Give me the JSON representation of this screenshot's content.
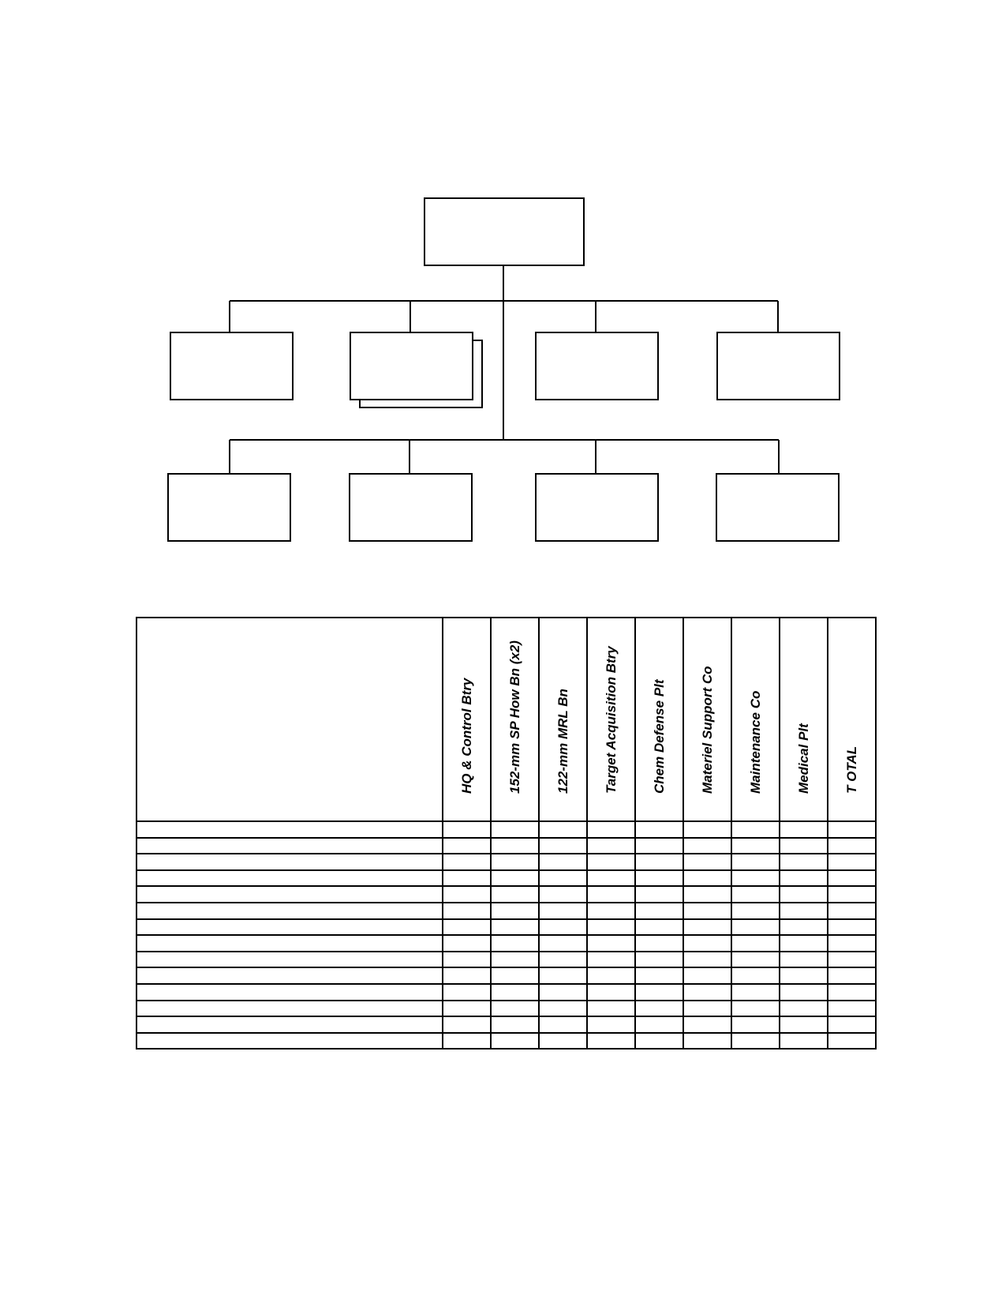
{
  "org_chart": {
    "top_box": {
      "label": ""
    },
    "upper_row": [
      {
        "label": "",
        "stacked": false
      },
      {
        "label": "",
        "stacked": true
      },
      {
        "label": "",
        "stacked": false
      },
      {
        "label": "",
        "stacked": false
      }
    ],
    "lower_row": [
      {
        "label": ""
      },
      {
        "label": ""
      },
      {
        "label": ""
      },
      {
        "label": ""
      }
    ]
  },
  "table": {
    "first_header": "",
    "columns": [
      "HQ & Control Btry",
      "152-mm SP How Bn (x2)",
      "122-mm MRL Bn",
      "Target Acquisition Btry",
      "Chem Defense Plt",
      "Materiel Support Co",
      "Maintenance Co",
      "Medical Plt",
      "T OTAL"
    ],
    "row_count": 14
  }
}
